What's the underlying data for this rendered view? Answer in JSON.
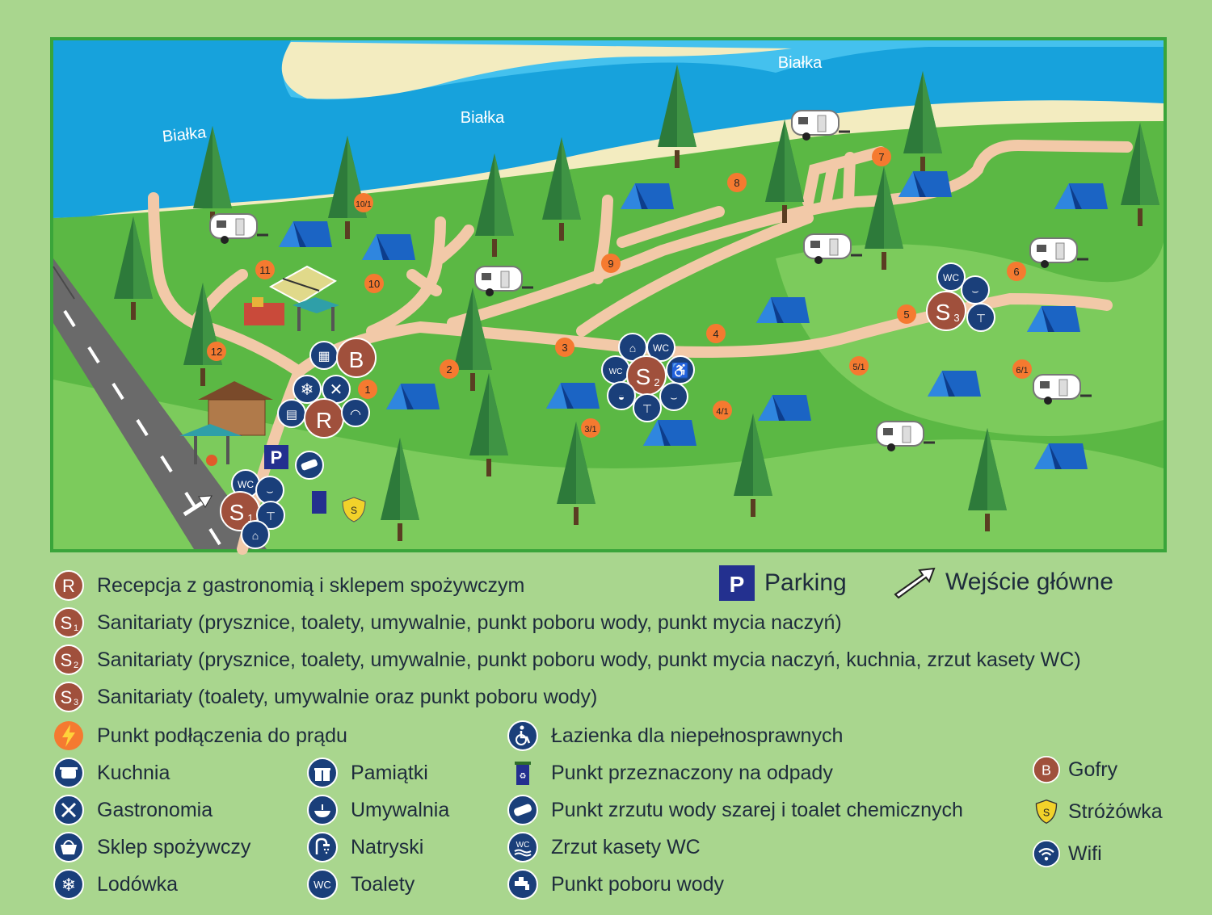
{
  "colors": {
    "river": "#17a2dc",
    "river_light": "#44c1ee",
    "sand": "#f3ecc0",
    "grass": "#5bb844",
    "grass_light": "#7ccb5c",
    "path": "#f2c9a8",
    "road": "#6a6a6a",
    "frame": "#3aa53a",
    "poi": "#1a3f7a",
    "brown": "#a0503c",
    "orange": "#f57a30",
    "tent": "#1b64c4",
    "tree": "#2d7a3a"
  },
  "map": {
    "river_labels": [
      "Białka",
      "Białka",
      "Białka"
    ],
    "power_points": [
      "1",
      "2",
      "3",
      "3/1",
      "4",
      "4/1",
      "5",
      "5/1",
      "6",
      "6/1",
      "7",
      "8",
      "9",
      "10",
      "10/1",
      "11",
      "12"
    ],
    "sanitary_labels": {
      "s1": "S",
      "s1_sub": "1",
      "s2": "S",
      "s2_sub": "2",
      "s3": "S",
      "s3_sub": "3"
    },
    "reception_letter": "R",
    "gofry_letter": "B",
    "wc_text": "WC",
    "parking_letter": "P",
    "guard_letter": "S"
  },
  "legend": {
    "reception": {
      "icon": "R",
      "text": "Recepcja z gastronomią i sklepem spożywczym"
    },
    "s1": {
      "icon": "S",
      "sub": "1",
      "text": "Sanitariaty (prysznice, toalety, umywalnie, punkt poboru wody, punkt mycia naczyń)"
    },
    "s2": {
      "icon": "S",
      "sub": "2",
      "text": "Sanitariaty (prysznice, toalety, umywalnie, punkt poboru wody, punkt mycia naczyń, kuchnia, zrzut kasety WC)"
    },
    "s3": {
      "icon": "S",
      "sub": "3",
      "text": "Sanitariaty (toalety, umywalnie oraz punkt poboru wody)"
    },
    "parking": {
      "icon": "P",
      "text": "Parking"
    },
    "entrance": {
      "text": "Wejście główne"
    },
    "power": {
      "text": "Punkt podłączenia do prądu"
    },
    "kitchen": {
      "text": "Kuchnia"
    },
    "gastro": {
      "text": "Gastronomia"
    },
    "shop": {
      "text": "Sklep spożywczy"
    },
    "fridge": {
      "text": "Lodówka"
    },
    "souvenirs": {
      "text": "Pamiątki"
    },
    "washroom": {
      "text": "Umywalnia"
    },
    "showers": {
      "text": "Natryski"
    },
    "toilets": {
      "icon": "WC",
      "text": "Toalety"
    },
    "disabled": {
      "text": "Łazienka dla niepełnosprawnych"
    },
    "waste": {
      "text": "Punkt przeznaczony na odpady"
    },
    "greywater": {
      "text": "Punkt zrzutu wody szarej i toalet chemicznych"
    },
    "cassette": {
      "text": "Zrzut kasety WC"
    },
    "water": {
      "text": "Punkt poboru wody"
    },
    "gofry": {
      "icon": "B",
      "text": "Gofry"
    },
    "guard": {
      "icon": "S",
      "text": "Stróżówka"
    },
    "wifi": {
      "text": "Wifi"
    }
  }
}
